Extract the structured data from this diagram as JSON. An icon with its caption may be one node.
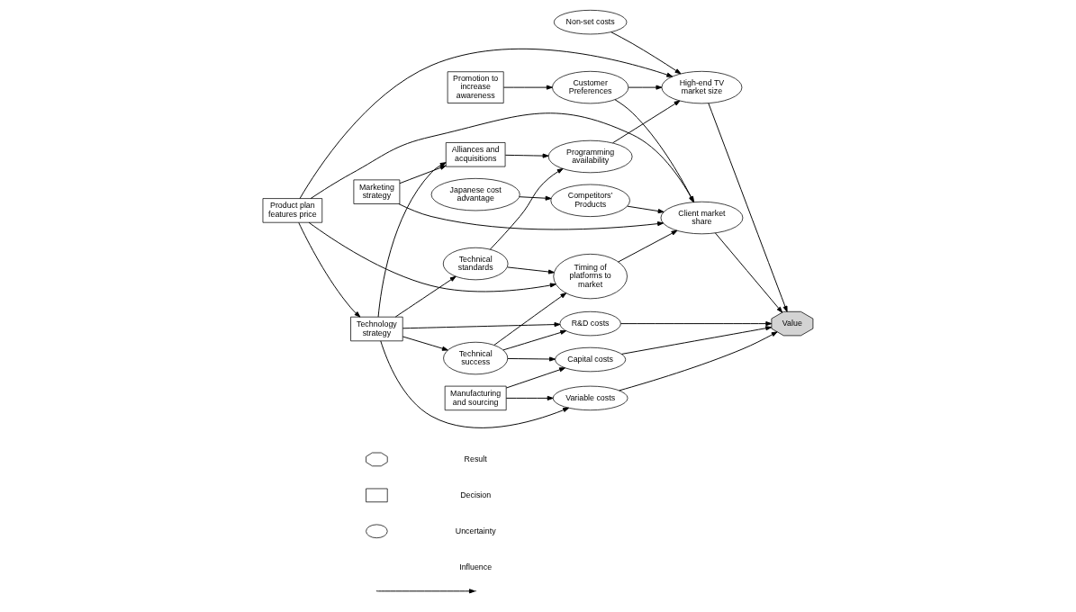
{
  "diagram": {
    "nodes": [
      {
        "text": [
          "Promotion to increase awareness"
        ]
      },
      {
        "text": [
          "Customer Preferences"
        ]
      },
      {
        "text": [
          "Japanese cost advantage"
        ]
      },
      {
        "text": [
          "Non-set costs"
        ]
      },
      {
        "text": [
          "Programming availability"
        ]
      },
      {
        "text": [
          "High-end TV market size"
        ]
      },
      {
        "text": [
          "Competitors’ Products"
        ]
      },
      {
        "text": [
          "Marketing strategy"
        ]
      },
      {
        "text": [
          "Client market share"
        ]
      },
      {
        "text": [
          "Value"
        ]
      },
      {
        "text": [
          "Alliances and acquisitions"
        ]
      },
      {
        "text": [
          "Product plan features price"
        ]
      },
      {
        "text": [
          "Variable costs"
        ]
      },
      {
        "text": [
          "Technical standards"
        ]
      },
      {
        "text": [
          "Manufacturing and sourcing"
        ]
      },
      {
        "text": [
          "Capital costs"
        ]
      },
      {
        "text": [
          "Technology strategy"
        ]
      },
      {
        "text": [
          "Timing of platforms to market"
        ]
      },
      {
        "text": [
          "Technical success"
        ]
      },
      {
        "text": [
          "R&D costs"
        ]
      }
    ],
    "edges": [
      {
        "from": 0,
        "to": 1,
        "arrow": "to"
      },
      {
        "from": 1,
        "to": 5,
        "arrow": "to"
      },
      {
        "from": 1,
        "to": 8,
        "arrow": "to"
      },
      {
        "from": 2,
        "to": 6,
        "arrow": "to"
      },
      {
        "from": 3,
        "to": 5,
        "arrow": "to"
      },
      {
        "from": 4,
        "to": 5,
        "arrow": "to"
      },
      {
        "from": 5,
        "to": 9,
        "arrow": "to"
      },
      {
        "from": 6,
        "to": 8,
        "arrow": "to"
      },
      {
        "from": 7,
        "to": 8,
        "arrow": "to"
      },
      {
        "from": 7,
        "to": 10,
        "arrow": "to"
      },
      {
        "from": 8,
        "to": 9,
        "arrow": "to"
      },
      {
        "from": 10,
        "to": 4,
        "arrow": "to"
      },
      {
        "from": 11,
        "to": 5,
        "arrow": "to"
      },
      {
        "from": 11,
        "to": 8,
        "arrow": "to"
      },
      {
        "from": 11,
        "to": 16,
        "arrow": "to"
      },
      {
        "from": 11,
        "to": 17,
        "arrow": "to"
      },
      {
        "from": 12,
        "to": 9,
        "arrow": "to"
      },
      {
        "from": 13,
        "to": 4,
        "arrow": "to"
      },
      {
        "from": 13,
        "to": 17,
        "arrow": "to"
      },
      {
        "from": 14,
        "to": 12,
        "arrow": "to"
      },
      {
        "from": 14,
        "to": 15,
        "arrow": "to"
      },
      {
        "from": 15,
        "to": 9,
        "arrow": "to"
      },
      {
        "from": 16,
        "to": 13,
        "arrow": "to"
      },
      {
        "from": 16,
        "to": 10,
        "arrow": "to"
      },
      {
        "from": 16,
        "to": 18,
        "arrow": "to"
      },
      {
        "from": 16,
        "to": 19,
        "arrow": "to"
      },
      {
        "from": 16,
        "to": 12,
        "arrow": "to"
      },
      {
        "from": 17,
        "to": 8,
        "arrow": "to"
      },
      {
        "from": 18,
        "to": 17,
        "arrow": "to"
      },
      {
        "from": 18,
        "to": 15,
        "arrow": "to"
      },
      {
        "from": 18,
        "to": 19,
        "arrow": "to"
      },
      {
        "from": 19,
        "to": 9,
        "arrow": "to"
      }
    ],
    "legend": [
      {
        "text": "Result"
      },
      {
        "text": "Decision"
      },
      {
        "text": "Uncertainty"
      },
      {
        "text": "Influence"
      }
    ]
  }
}
